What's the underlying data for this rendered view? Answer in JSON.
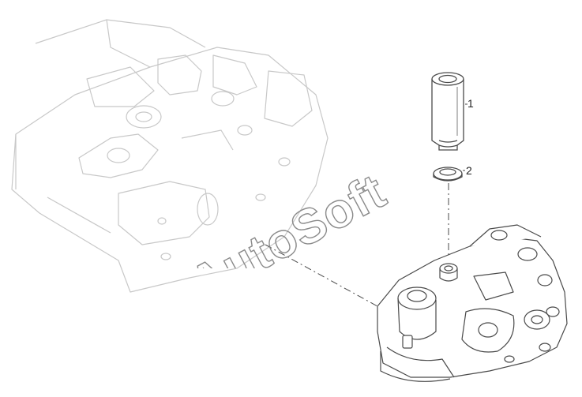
{
  "callouts": [
    {
      "label": "1",
      "part": "sleeve-tube"
    },
    {
      "label": "2",
      "part": "sealing-washer"
    }
  ],
  "watermark": {
    "text": "AutoSoft"
  },
  "colors": {
    "line_ghost": "#c8c8c8",
    "line_main": "#4a4a4a",
    "watermark_stroke": "#8a8a8a"
  }
}
